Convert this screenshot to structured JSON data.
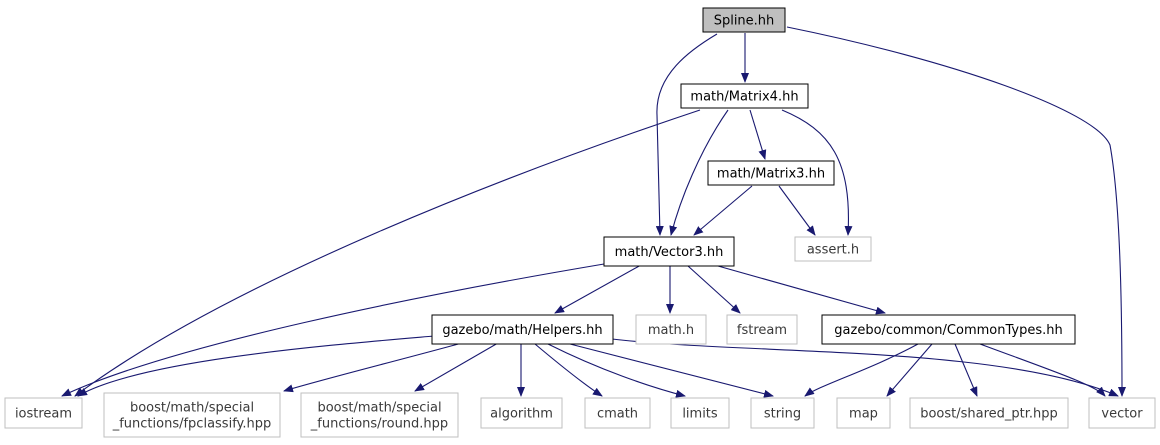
{
  "diagram": {
    "nodes": [
      {
        "id": "spline",
        "lines": [
          "Spline.hh"
        ],
        "kind": "root"
      },
      {
        "id": "matrix4",
        "lines": [
          "math/Matrix4.hh"
        ],
        "kind": "project"
      },
      {
        "id": "matrix3",
        "lines": [
          "math/Matrix3.hh"
        ],
        "kind": "project"
      },
      {
        "id": "assert",
        "lines": [
          "assert.h"
        ],
        "kind": "system"
      },
      {
        "id": "vector3",
        "lines": [
          "math/Vector3.hh"
        ],
        "kind": "project"
      },
      {
        "id": "helpers",
        "lines": [
          "gazebo/math/Helpers.hh"
        ],
        "kind": "project"
      },
      {
        "id": "mathh",
        "lines": [
          "math.h"
        ],
        "kind": "system"
      },
      {
        "id": "fstream",
        "lines": [
          "fstream"
        ],
        "kind": "system"
      },
      {
        "id": "commontypes",
        "lines": [
          "gazebo/common/CommonTypes.hh"
        ],
        "kind": "project"
      },
      {
        "id": "iostream",
        "lines": [
          "iostream"
        ],
        "kind": "system"
      },
      {
        "id": "fpclassify",
        "lines": [
          "boost/math/special",
          "_functions/fpclassify.hpp"
        ],
        "kind": "system"
      },
      {
        "id": "round",
        "lines": [
          "boost/math/special",
          "_functions/round.hpp"
        ],
        "kind": "system"
      },
      {
        "id": "algorithm",
        "lines": [
          "algorithm"
        ],
        "kind": "system"
      },
      {
        "id": "cmath",
        "lines": [
          "cmath"
        ],
        "kind": "system"
      },
      {
        "id": "limits",
        "lines": [
          "limits"
        ],
        "kind": "system"
      },
      {
        "id": "string",
        "lines": [
          "string"
        ],
        "kind": "system"
      },
      {
        "id": "map",
        "lines": [
          "map"
        ],
        "kind": "system"
      },
      {
        "id": "sharedptr",
        "lines": [
          "boost/shared_ptr.hpp"
        ],
        "kind": "system"
      },
      {
        "id": "vector",
        "lines": [
          "vector"
        ],
        "kind": "system"
      }
    ],
    "edges": [
      {
        "from": "spline",
        "to": "matrix4"
      },
      {
        "from": "spline",
        "to": "vector3"
      },
      {
        "from": "spline",
        "to": "vector"
      },
      {
        "from": "matrix4",
        "to": "matrix3"
      },
      {
        "from": "matrix4",
        "to": "vector3"
      },
      {
        "from": "matrix4",
        "to": "assert"
      },
      {
        "from": "matrix4",
        "to": "iostream"
      },
      {
        "from": "matrix3",
        "to": "vector3"
      },
      {
        "from": "matrix3",
        "to": "assert"
      },
      {
        "from": "vector3",
        "to": "helpers"
      },
      {
        "from": "vector3",
        "to": "mathh"
      },
      {
        "from": "vector3",
        "to": "fstream"
      },
      {
        "from": "vector3",
        "to": "commontypes"
      },
      {
        "from": "vector3",
        "to": "iostream"
      },
      {
        "from": "helpers",
        "to": "iostream"
      },
      {
        "from": "helpers",
        "to": "fpclassify"
      },
      {
        "from": "helpers",
        "to": "round"
      },
      {
        "from": "helpers",
        "to": "algorithm"
      },
      {
        "from": "helpers",
        "to": "cmath"
      },
      {
        "from": "helpers",
        "to": "limits"
      },
      {
        "from": "helpers",
        "to": "string"
      },
      {
        "from": "helpers",
        "to": "vector"
      },
      {
        "from": "commontypes",
        "to": "string"
      },
      {
        "from": "commontypes",
        "to": "map"
      },
      {
        "from": "commontypes",
        "to": "sharedptr"
      },
      {
        "from": "commontypes",
        "to": "vector"
      }
    ],
    "colors": {
      "edge": "#191970",
      "project_border": "#000000",
      "system_border": "#bfbfbf",
      "root_fill": "#bfbfbf"
    }
  }
}
